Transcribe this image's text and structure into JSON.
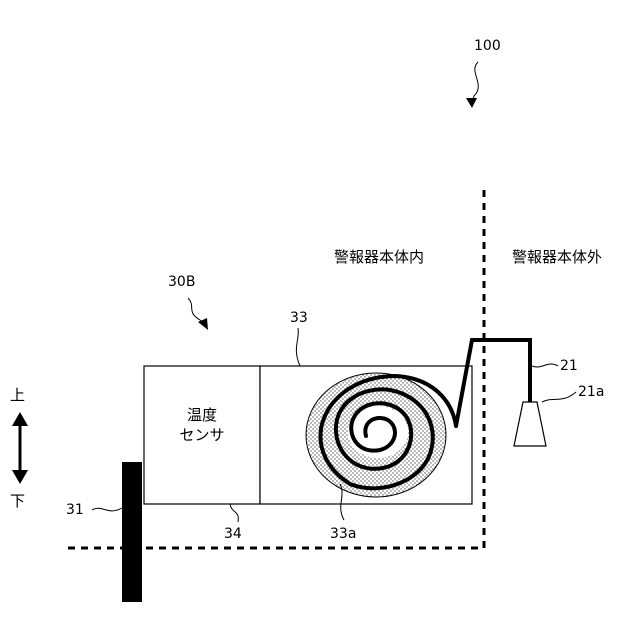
{
  "figure": {
    "ref_device": "100",
    "ref_unit": "30B",
    "ref_wall": "31",
    "ref_antenna": "21",
    "ref_antenna_tip": "21a",
    "ref_coil_box": "33",
    "ref_coil": "33a",
    "ref_sensor_box": "34",
    "sensor_label_line1": "温度",
    "sensor_label_line2": "センサ",
    "inside_label": "警報器本体内",
    "outside_label": "警報器本体外",
    "up_label": "上",
    "down_label": "下"
  },
  "colors": {
    "line": "#000000",
    "stipple": "#999999",
    "background": "#ffffff"
  }
}
